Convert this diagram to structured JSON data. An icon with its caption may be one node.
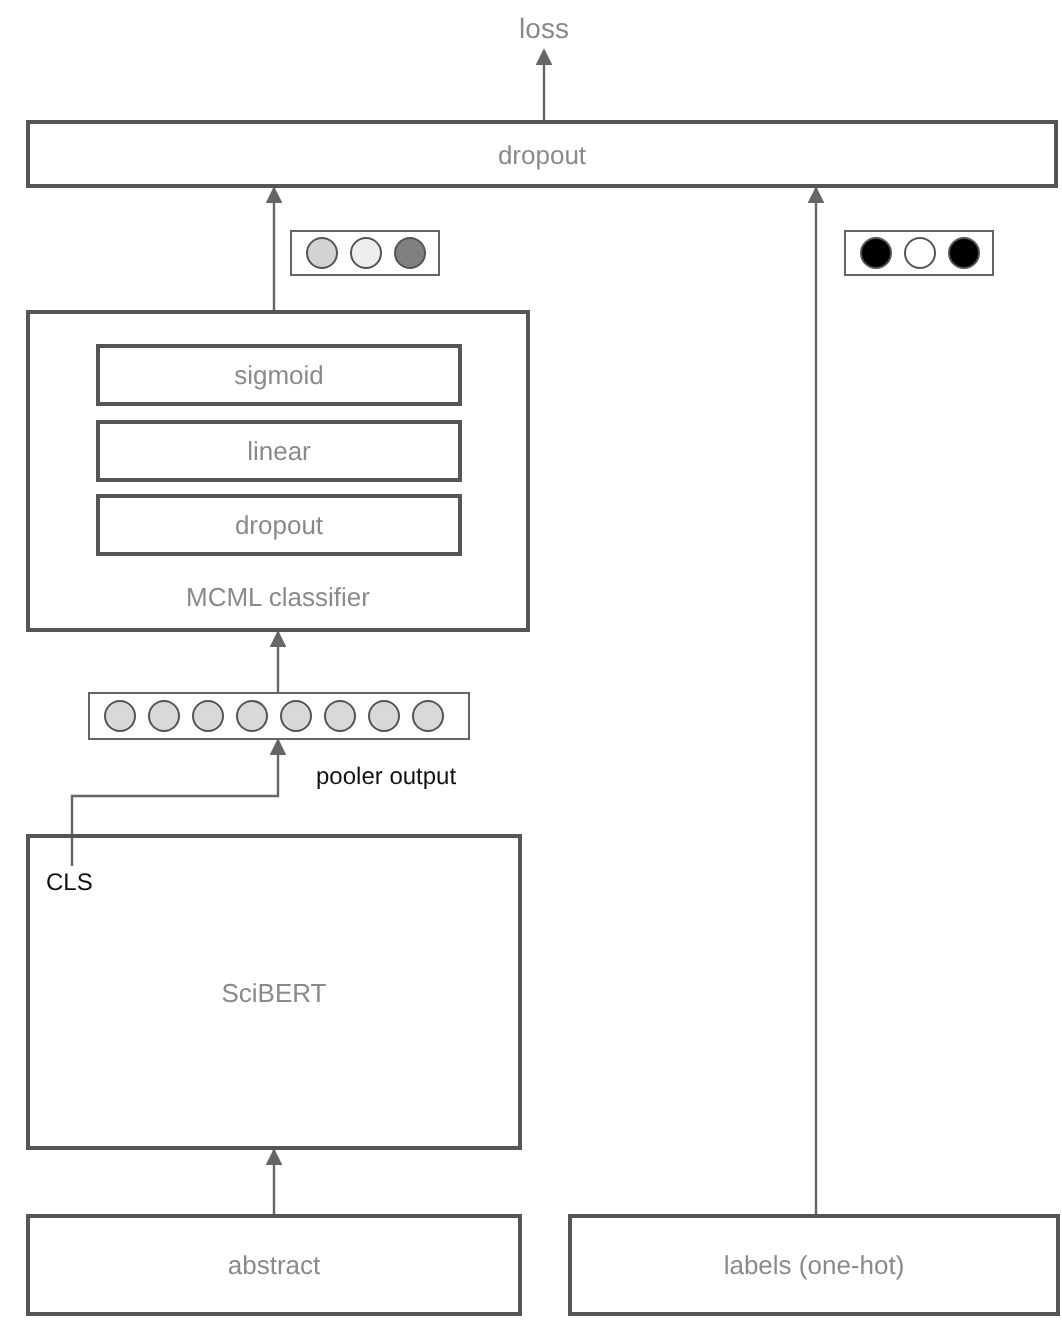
{
  "diagram": {
    "nodes": [
      {
        "text": [
          "loss"
        ]
      },
      {
        "text": [
          "dropout"
        ]
      },
      {
        "text": [],
        "shape": "box"
      },
      {
        "text": [],
        "shape": "box"
      },
      {
        "text": [
          "MCML classifier"
        ]
      },
      {
        "text": [
          "sigmoid"
        ],
        "in": 4
      },
      {
        "text": [
          "linear"
        ],
        "in": 4
      },
      {
        "text": [
          "dropout"
        ],
        "in": 4
      },
      {
        "text": [],
        "shape": "box",
        "beside": [
          "pooler output"
        ]
      },
      {
        "text": [
          "SciBERT"
        ]
      },
      {
        "text": [
          "CLS"
        ],
        "in": 9
      },
      {
        "text": [
          "abstract"
        ]
      },
      {
        "text": [
          "labels (one-hot)"
        ]
      }
    ],
    "edges": [
      {
        "from": 1,
        "to": 0,
        "arrow": "to"
      },
      {
        "from": 4,
        "to": 1,
        "arrow": "to"
      },
      {
        "from": 12,
        "to": 1,
        "arrow": "to"
      },
      {
        "from": 8,
        "to": 4,
        "arrow": "to"
      },
      {
        "from": 10,
        "to": 8,
        "arrow": "to"
      },
      {
        "from": 11,
        "to": 9,
        "arrow": "to"
      }
    ]
  }
}
